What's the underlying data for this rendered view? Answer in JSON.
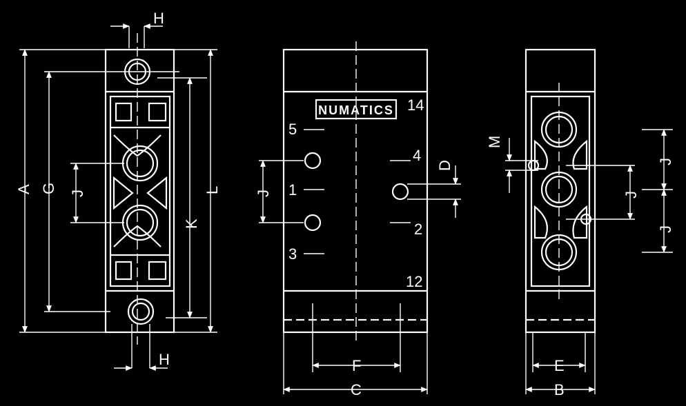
{
  "brand": {
    "logo_text": "NUMATICS"
  },
  "colors": {
    "background": "#000000",
    "line": "#ffffff"
  },
  "left_view": {
    "dim_h_top": "H",
    "dim_h_bottom": "H",
    "dim_a": "A",
    "dim_g": "G",
    "dim_j": "J",
    "dim_k": "K",
    "dim_l": "L"
  },
  "middle_view": {
    "port_14": "14",
    "port_5": "5",
    "port_4": "4",
    "port_1": "1",
    "port_2": "2",
    "port_3": "3",
    "port_12": "12",
    "dim_d": "D",
    "dim_j": "J",
    "dim_f": "F",
    "dim_c": "C"
  },
  "right_view": {
    "dim_m": "M",
    "dim_j_top": "J",
    "dim_j_mid": "J",
    "dim_j_bottom": "J",
    "dim_e": "E",
    "dim_b": "B"
  }
}
